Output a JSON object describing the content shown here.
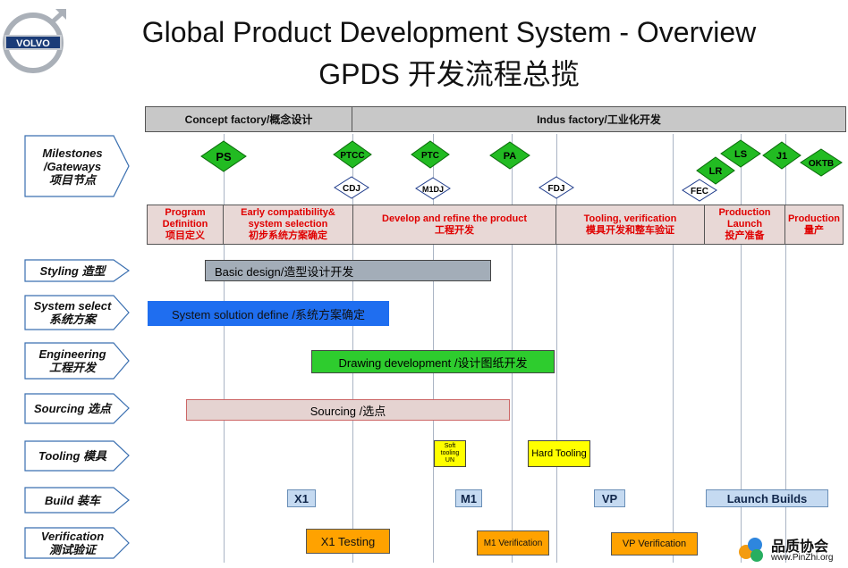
{
  "header": {
    "title_line1": "Global Product Development System - Overview",
    "title_line2": "GPDS 开发流程总揽",
    "logo_text": "VOLVO"
  },
  "factories": [
    {
      "label": "Concept factory/概念设计"
    },
    {
      "label": "Indus factory/工业化开发"
    }
  ],
  "rows": [
    {
      "label": "Milestones\n/Gateways\n项目节点"
    },
    {
      "label": "Styling 造型"
    },
    {
      "label": "System select\n系统方案"
    },
    {
      "label": "Engineering\n工程开发"
    },
    {
      "label": "Sourcing 选点"
    },
    {
      "label": "Tooling 模具"
    },
    {
      "label": "Build 装车"
    },
    {
      "label": "Verification\n测试验证"
    }
  ],
  "milestones_major": [
    "PS",
    "PTCC",
    "PTC",
    "PA",
    "LR",
    "LS",
    "J1",
    "OKTB"
  ],
  "milestones_minor": [
    "CDJ",
    "M1DJ",
    "FDJ",
    "FEC"
  ],
  "phases": [
    {
      "label": "Program\nDefinition\n项目定义"
    },
    {
      "label": "Early compatibility&\nsystem selection\n初步系统方案确定"
    },
    {
      "label": "Develop and refine the product\n工程开发"
    },
    {
      "label": "Tooling, verification\n模具开发和整车验证"
    },
    {
      "label": "Production\nLaunch\n投产准备"
    },
    {
      "label": "Production\n量产"
    }
  ],
  "bars": {
    "styling": "Basic design/造型设计开发",
    "system": "System solution define /系统方案确定",
    "engineering": "Drawing development /设计图纸开发",
    "sourcing": "Sourcing /选点",
    "soft_tooling": "Soft\ntooling\nUN",
    "hard_tooling": "Hard Tooling"
  },
  "builds": [
    "X1",
    "M1",
    "VP",
    "Launch Builds"
  ],
  "verifications": [
    "X1 Testing",
    "M1 Verification",
    "VP Verification"
  ],
  "watermark": {
    "name": "品质协会",
    "url": "www.PinZhi.org"
  },
  "colors": {
    "milestone_green": "#22bb22",
    "styling_bar": "#a3adb8",
    "system_bar": "#1f6ef0",
    "engineering_bar": "#2ecc2e",
    "sourcing_bar": "#e5d3d1",
    "tooling_yellow": "#ffff00",
    "build_blue": "#c5daf1",
    "verification_orange": "#ffa200",
    "phase_text_red": "#e00000"
  }
}
